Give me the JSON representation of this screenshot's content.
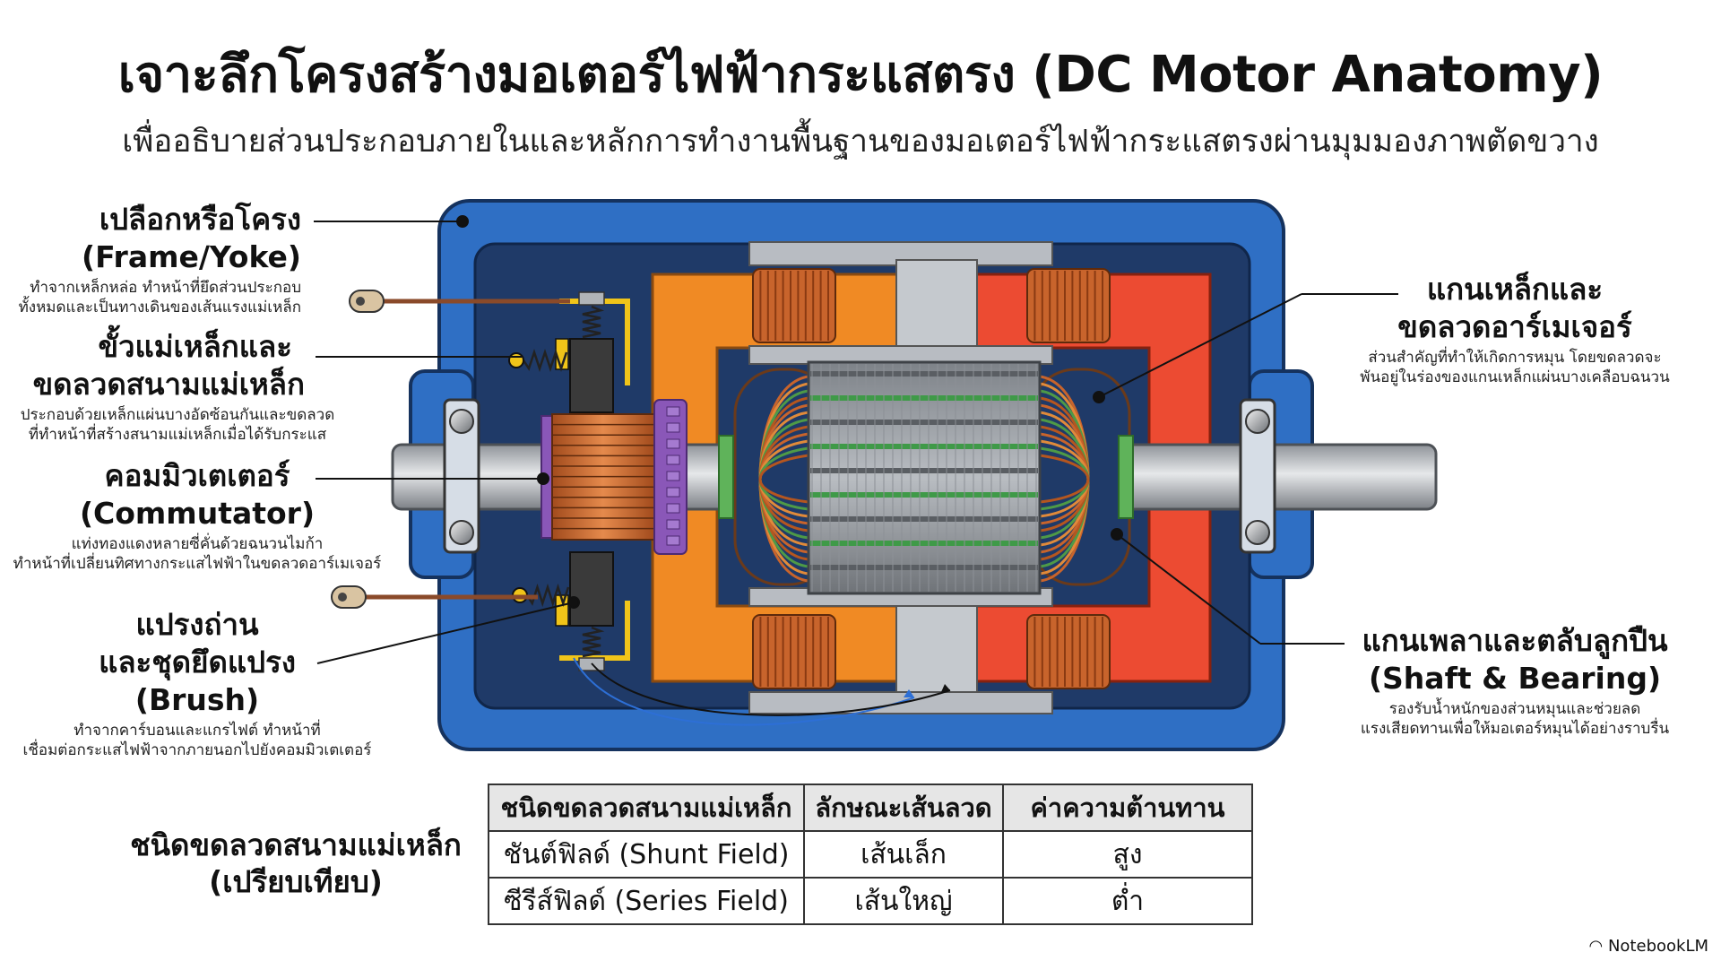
{
  "title": "เจาะลึกโครงสร้างมอเตอร์ไฟฟ้ากระแสตรง (DC Motor Anatomy)",
  "subtitle": "เพื่ออธิบายส่วนประกอบภายในและหลักการทำงานพื้นฐานของมอเตอร์ไฟฟ้ากระแสตรงผ่านมุมมองภาพตัดขวาง",
  "labels": {
    "frame": {
      "heading": [
        "เปลือกหรือโครง",
        "(Frame/Yoke)"
      ],
      "desc": [
        "ทำจากเหล็กหล่อ ทำหน้าที่ยึดส่วนประกอบ",
        "ทั้งหมดและเป็นทางเดินของเส้นแรงแม่เหล็ก"
      ]
    },
    "field_pole": {
      "heading": [
        "ขั้วแม่เหล็กและ",
        "ขดลวดสนามแม่เหล็ก"
      ],
      "desc": [
        "ประกอบด้วยเหล็กแผ่นบางอัดซ้อนกันและขดลวด",
        "ที่ทำหน้าที่สร้างสนามแม่เหล็กเมื่อได้รับกระแส"
      ]
    },
    "commutator": {
      "heading": [
        "คอมมิวเตเตอร์",
        "(Commutator)"
      ],
      "desc": [
        "แท่งทองแดงหลายซี่คั่นด้วยฉนวนไมก้า",
        "ทำหน้าที่เปลี่ยนทิศทางกระแสไฟฟ้าในขดลวดอาร์เมเจอร์"
      ]
    },
    "brush": {
      "heading": [
        "แปรงถ่าน",
        "และชุดยึดแปรง",
        "(Brush)"
      ],
      "desc": [
        "ทำจากคาร์บอนและแกรไฟต์ ทำหน้าที่",
        "เชื่อมต่อกระแสไฟฟ้าจากภายนอกไปยังคอมมิวเตเตอร์"
      ]
    },
    "armature": {
      "heading": [
        "แกนเหล็กและ",
        "ขดลวดอาร์เมเจอร์"
      ],
      "desc": [
        "ส่วนสำคัญที่ทำให้เกิดการหมุน โดยขดลวดจะ",
        "พันอยู่ในร่องของแกนเหล็กแผ่นบางเคลือบฉนวน"
      ]
    },
    "shaft": {
      "heading": [
        "แกนเพลาและตลับลูกปืน",
        "(Shaft & Bearing)"
      ],
      "desc": [
        "รองรับน้ำหนักของส่วนหมุนและช่วยลด",
        "แรงเสียดทานเพื่อให้มอเตอร์หมุนได้อย่างราบรื่น"
      ]
    }
  },
  "comparison": {
    "label": [
      "ชนิดขดลวดสนามแม่เหล็ก",
      "(เปรียบเทียบ)"
    ],
    "headers": [
      "ชนิดขดลวดสนามแม่เหล็ก",
      "ลักษณะเส้นลวด",
      "ค่าความต้านทาน"
    ],
    "rows": [
      [
        "ชันต์ฟิลด์ (Shunt Field)",
        "เส้นเล็ก",
        "สูง"
      ],
      [
        "ซีรีส์ฟิลด์ (Series Field)",
        "เส้นใหญ่",
        "ต่ำ"
      ]
    ]
  },
  "brand": "NotebookLM",
  "colors": {
    "frame_blue": "#2f6fc4",
    "inner_navy": "#1f3a68",
    "pole_orange": "#f08a24",
    "pole_red": "#ec4b32",
    "copper": "#c8642c",
    "commutator_purple": "#8a57b8",
    "brush_yellow": "#f0c419"
  }
}
